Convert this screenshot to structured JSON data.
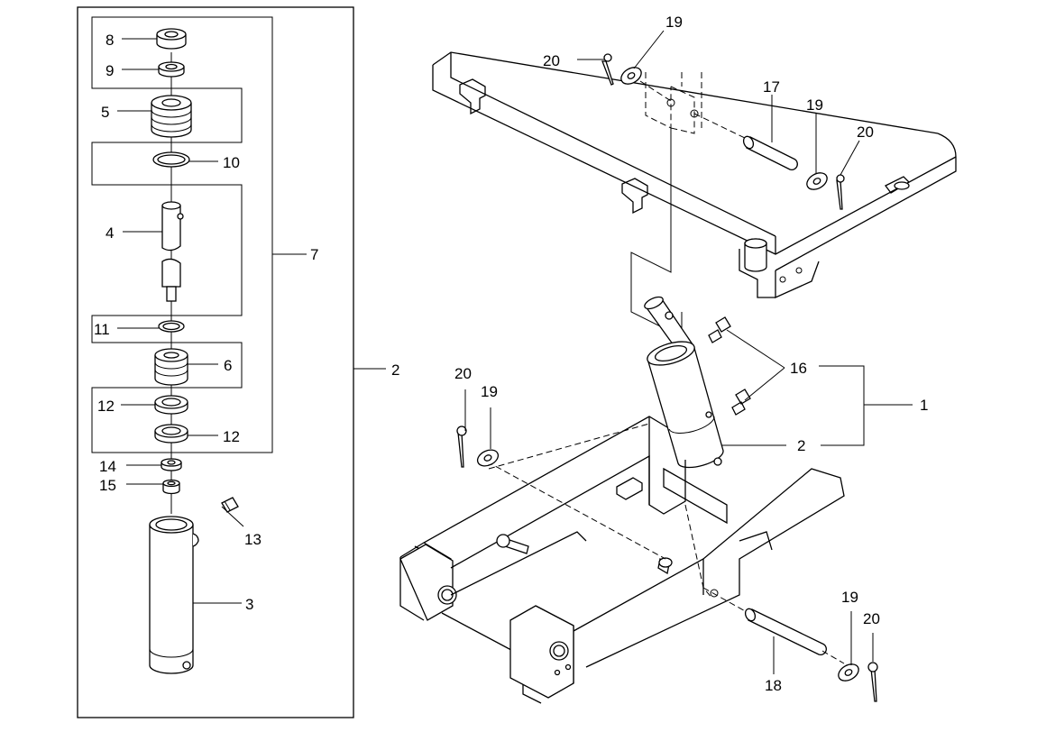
{
  "callouts": {
    "c1": "1",
    "c2a": "2",
    "c2b": "2",
    "c3": "3",
    "c4": "4",
    "c5": "5",
    "c6": "6",
    "c7": "7",
    "c8": "8",
    "c9": "9",
    "c10": "10",
    "c11": "11",
    "c12a": "12",
    "c12b": "12",
    "c13": "13",
    "c14": "14",
    "c15": "15",
    "c16": "16",
    "c17": "17",
    "c18": "18",
    "c19a": "19",
    "c19b": "19",
    "c19c": "19",
    "c19d": "19",
    "c20a": "20",
    "c20b": "20",
    "c20c": "20",
    "c20d": "20"
  }
}
